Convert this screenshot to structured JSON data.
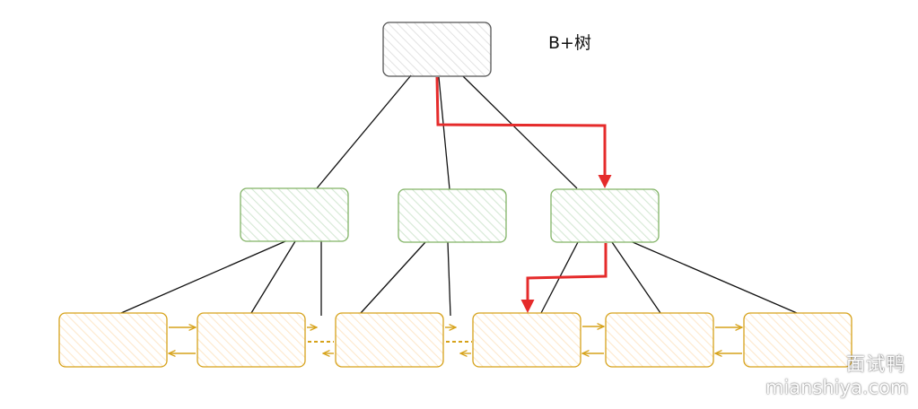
{
  "diagram": {
    "title": "B+树",
    "colors": {
      "root_stroke": "#555555",
      "root_fill": "#f3f3f3",
      "internal_stroke": "#82b366",
      "internal_fill": "#d5e8d4",
      "leaf_stroke": "#d6a21a",
      "leaf_fill": "#fde8cc",
      "edge": "#111111",
      "path": "#e52b2b",
      "leaf_link": "#d6a21a"
    },
    "nodes": [
      {
        "id": "root",
        "level": "root",
        "text": ""
      },
      {
        "id": "internal-1",
        "level": "internal",
        "text": ""
      },
      {
        "id": "internal-2",
        "level": "internal",
        "text": ""
      },
      {
        "id": "internal-3",
        "level": "internal",
        "text": ""
      },
      {
        "id": "leaf-1",
        "level": "leaf",
        "text": ""
      },
      {
        "id": "leaf-2",
        "level": "leaf",
        "text": ""
      },
      {
        "id": "leaf-3",
        "level": "leaf",
        "text": ""
      },
      {
        "id": "leaf-4",
        "level": "leaf",
        "text": ""
      },
      {
        "id": "leaf-5",
        "level": "leaf",
        "text": ""
      },
      {
        "id": "leaf-6",
        "level": "leaf",
        "text": ""
      }
    ],
    "edges": [
      {
        "from": "root",
        "to": "internal-1"
      },
      {
        "from": "root",
        "to": "internal-2"
      },
      {
        "from": "root",
        "to": "internal-3"
      },
      {
        "from": "internal-1",
        "to": "leaf-1"
      },
      {
        "from": "internal-1",
        "to": "leaf-2"
      },
      {
        "from": "internal-2",
        "to": "leaf-3"
      },
      {
        "from": "internal-3",
        "to": "leaf-4"
      },
      {
        "from": "internal-3",
        "to": "leaf-5"
      },
      {
        "from": "internal-3",
        "to": "leaf-6"
      }
    ],
    "search_path": [
      "root",
      "internal-3",
      "leaf-4"
    ],
    "leaf_links": [
      {
        "between": [
          "leaf-1",
          "leaf-2"
        ],
        "style": "solid"
      },
      {
        "between": [
          "leaf-2",
          "leaf-3"
        ],
        "style": "dashed"
      },
      {
        "between": [
          "leaf-3",
          "leaf-4"
        ],
        "style": "dashed"
      },
      {
        "between": [
          "leaf-4",
          "leaf-5"
        ],
        "style": "solid"
      },
      {
        "between": [
          "leaf-5",
          "leaf-6"
        ],
        "style": "solid"
      }
    ]
  },
  "watermark": {
    "line1": "面试鸭",
    "line2": "mianshiya.com"
  }
}
